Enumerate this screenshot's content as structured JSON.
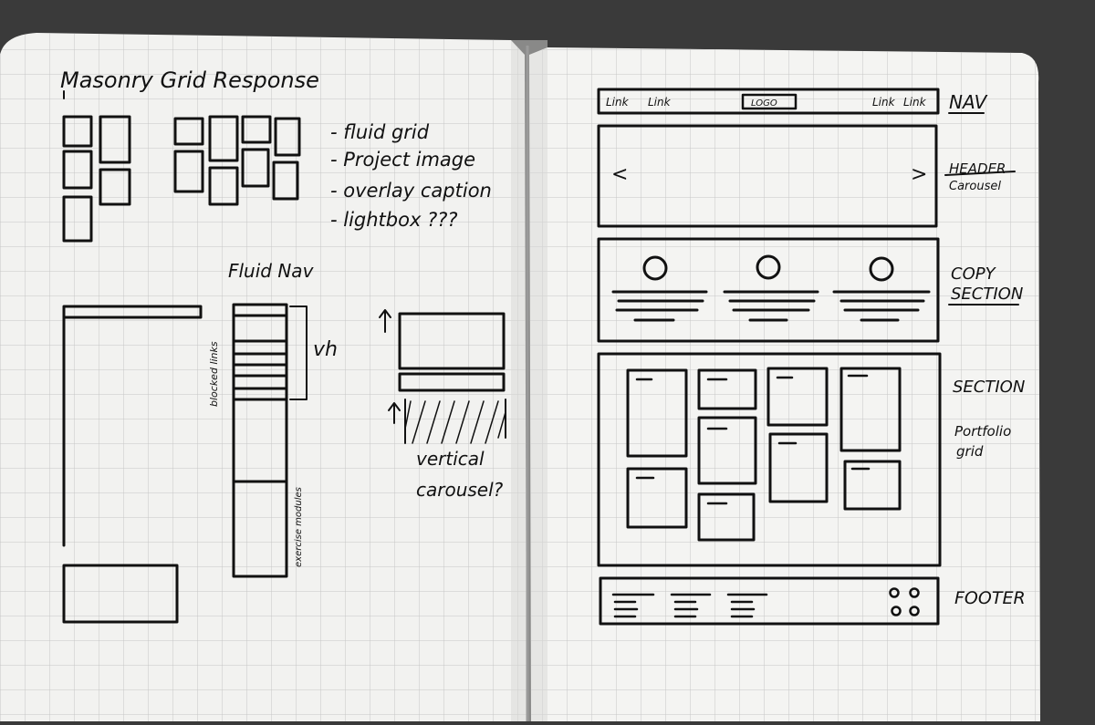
{
  "colors": {
    "paper": "#f4f4f2",
    "grid": "#c9c9c9",
    "ink": "#111111",
    "background": "#3a3a3a"
  },
  "left_page": {
    "masonry": {
      "title": "Masonry Grid Response",
      "notes": [
        "- fluid grid",
        "- Project image",
        "- overlay caption",
        "- lightbox ???"
      ]
    },
    "fluid_nav": {
      "title": "Fluid Nav",
      "blocked_links": "blocked links",
      "vh": "vh",
      "exercise_modules": "exercise modules",
      "vertical_carousel": [
        "vertical",
        "carousel?"
      ]
    }
  },
  "right_page": {
    "nav": {
      "links_left": [
        "Link",
        "Link"
      ],
      "logo": "LOGO",
      "links_right": [
        "Link",
        "Link"
      ],
      "label": "NAV"
    },
    "header": {
      "label": "HEADER",
      "sublabel": "Carousel",
      "prev": "<",
      "next": ">"
    },
    "copy_section": {
      "label": [
        "COPY",
        "SECTION"
      ]
    },
    "portfolio": {
      "label": "SECTION",
      "sublabel": [
        "Portfolio",
        "grid"
      ]
    },
    "footer": {
      "label": "FOOTER"
    }
  }
}
